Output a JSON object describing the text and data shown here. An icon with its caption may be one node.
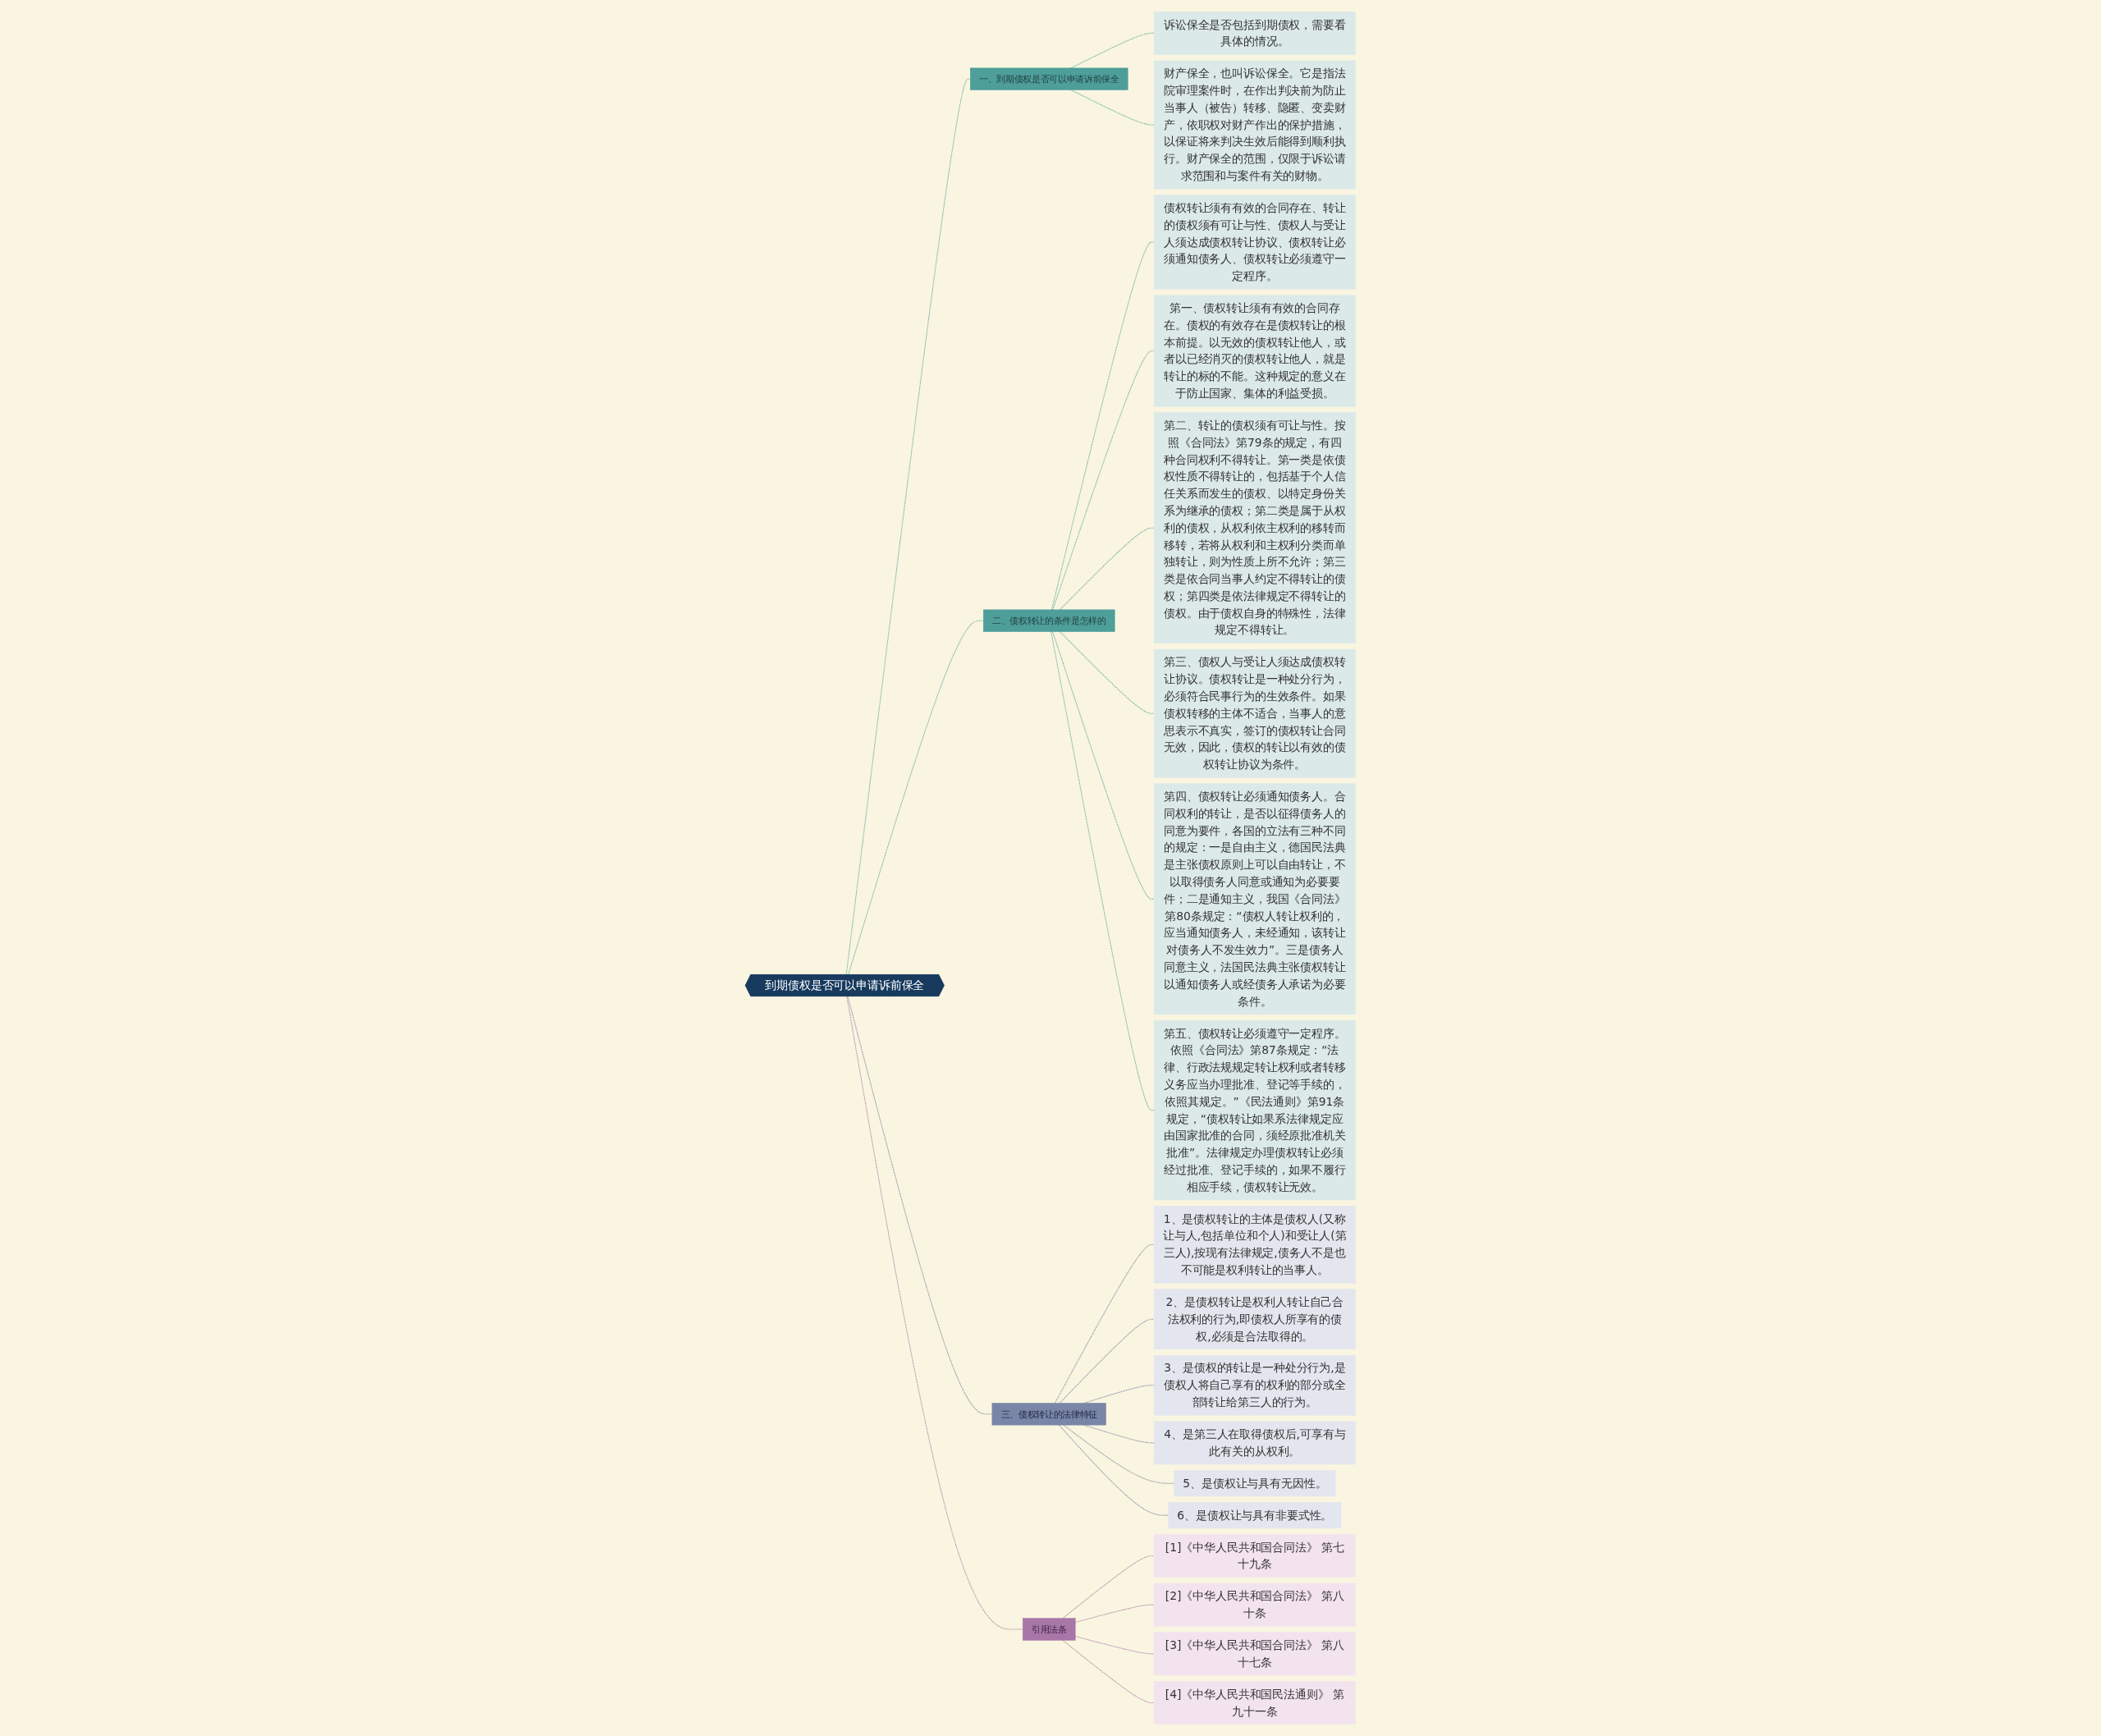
{
  "diagram": {
    "nodes": [
      {
        "text": [
          "到期债权是否可以申请诉前保全"
        ]
      },
      {
        "text": [
          "一、到期债权是否可以申请诉前保全"
        ]
      },
      {
        "text": [
          "诉讼保全是否包括到期债权，需要看具体的情况。"
        ]
      },
      {
        "text": [
          "财产保全，也叫诉讼保全。它是指法院审理案件时，在作出判决前为防止当事人（被告）转移、隐匿、变卖财产，依职权对财产作出的保护措施，以保证将来判决生效后能得到顺利执行。财产保全的范围，仅限于诉讼请求范围和与案件有关的财物。"
        ]
      },
      {
        "text": [
          "二、债权转让的条件是怎样的"
        ]
      },
      {
        "text": [
          "债权转让须有有效的合同存在、转让的债权须有可让与性、债权人与受让人须达成债权转让协议、债权转让必须通知债务人、债权转让必须遵守一定程序。"
        ]
      },
      {
        "text": [
          "第一、债权转让须有有效的合同存在。债权的有效存在是债权转让的根本前提。以无效的债权转让他人，或者以已经消灭的债权转让他人，就是转让的标的不能。这种规定的意义在于防止国家、集体的利益受损。"
        ]
      },
      {
        "text": [
          "第二、转让的债权须有可让与性。按照《合同法》第79条的规定，有四种合同权利不得转让。第一类是依债权性质不得转让的，包括基于个人信任关系而发生的债权、以特定身份关系为继承的债权；第二类是属于从权利的债权，从权利依主权利的移转而移转，若将从权利和主权利分类而单独转让，则为性质上所不允许；第三类是依合同当事人约定不得转让的债权；第四类是依法律规定不得转让的债权。由于债权自身的特殊性，法律规定不得转让。"
        ]
      },
      {
        "text": [
          "第三、债权人与受让人须达成债权转让协议。债权转让是一种处分行为，必须符合民事行为的生效条件。如果债权转移的主体不适合，当事人的意思表示不真实，签订的债权转让合同无效，因此，债权的转让以有效的债权转让协议为条件。"
        ]
      },
      {
        "text": [
          "第四、债权转让必须通知债务人。合同权利的转让，是否以征得债务人的同意为要件，各国的立法有三种不同的规定：一是自由主义，德国民法典是主张债权原则上可以自由转让，不以取得债务人同意或通知为必要要件；二是通知主义，我国《合同法》第80条规定：“债权人转让权利的，应当通知债务人，未经通知，该转让对债务人不发生效力”。三是债务人同意主义，法国民法典主张债权转让以通知债务人或经债务人承诺为必要条件。"
        ]
      },
      {
        "text": [
          "第五、债权转让必须遵守一定程序。依照《合同法》第87条规定：“法律、行政法规规定转让权利或者转移义务应当办理批准、登记等手续的，依照其规定。”《民法通则》第91条规定，“债权转让如果系法律规定应由国家批准的合同，须经原批准机关批准”。法律规定办理债权转让必须经过批准、登记手续的，如果不履行相应手续，债权转让无效。"
        ]
      },
      {
        "text": [
          "三、债权转让的法律特征"
        ]
      },
      {
        "text": [
          "1、是债权转让的主体是债权人(又称让与人,包括单位和个人)和受让人(第三人),按现有法律规定,债务人不是也不可能是权利转让的当事人。"
        ]
      },
      {
        "text": [
          "2、是债权转让是权利人转让自己合法权利的行为,即债权人所享有的债权,必须是合法取得的。"
        ]
      },
      {
        "text": [
          "3、是债权的转让是一种处分行为,是债权人将自己享有的权利的部分或全部转让给第三人的行为。"
        ]
      },
      {
        "text": [
          "4、是第三人在取得债权后,可享有与此有关的从权利。"
        ]
      },
      {
        "text": [
          "5、是债权让与具有无因性。"
        ]
      },
      {
        "text": [
          "6、是债权让与具有非要式性。"
        ]
      },
      {
        "text": [
          "引用法条"
        ]
      },
      {
        "text": [
          "[1]《中华人民共和国合同法》 第七十九条"
        ]
      },
      {
        "text": [
          "[2]《中华人民共和国合同法》 第八十条"
        ]
      },
      {
        "text": [
          "[3]《中华人民共和国合同法》 第八十七条"
        ]
      },
      {
        "text": [
          "[4]《中华人民共和国民法通则》 第九十一条"
        ]
      }
    ],
    "edges": [
      {
        "from": 0,
        "to": 1,
        "arrow": "none",
        "style": "dashed"
      },
      {
        "from": 1,
        "to": 2,
        "arrow": "none",
        "style": "dashed"
      },
      {
        "from": 1,
        "to": 3,
        "arrow": "none",
        "style": "dashed"
      },
      {
        "from": 0,
        "to": 4,
        "arrow": "none",
        "style": "dashed"
      },
      {
        "from": 4,
        "to": 5,
        "arrow": "none",
        "style": "dashed"
      },
      {
        "from": 4,
        "to": 6,
        "arrow": "none",
        "style": "dashed"
      },
      {
        "from": 4,
        "to": 7,
        "arrow": "none",
        "style": "dashed"
      },
      {
        "from": 4,
        "to": 8,
        "arrow": "none",
        "style": "dashed"
      },
      {
        "from": 4,
        "to": 9,
        "arrow": "none",
        "style": "dashed"
      },
      {
        "from": 4,
        "to": 10,
        "arrow": "none",
        "style": "dashed"
      },
      {
        "from": 0,
        "to": 11,
        "arrow": "none",
        "style": "dashed",
        "color": "#6f7a99"
      },
      {
        "from": 11,
        "to": 12,
        "arrow": "none",
        "style": "dashed",
        "color": "#6f7a99"
      },
      {
        "from": 11,
        "to": 13,
        "arrow": "none",
        "style": "dashed",
        "color": "#6f7a99"
      },
      {
        "from": 11,
        "to": 14,
        "arrow": "none",
        "style": "dashed",
        "color": "#6f7a99"
      },
      {
        "from": 11,
        "to": 15,
        "arrow": "none",
        "style": "dashed",
        "color": "#6f7a99"
      },
      {
        "from": 11,
        "to": 16,
        "arrow": "none",
        "style": "dashed",
        "color": "#6f7a99"
      },
      {
        "from": 11,
        "to": 17,
        "arrow": "none",
        "style": "dashed",
        "color": "#6f7a99"
      },
      {
        "from": 0,
        "to": 18,
        "arrow": "none",
        "style": "dashed",
        "color": "#a06fa0"
      },
      {
        "from": 18,
        "to": 19,
        "arrow": "none",
        "style": "dashed",
        "color": "#a06fa0"
      },
      {
        "from": 18,
        "to": 20,
        "arrow": "none",
        "style": "dashed",
        "color": "#a06fa0"
      },
      {
        "from": 18,
        "to": 21,
        "arrow": "none",
        "style": "dashed",
        "color": "#a06fa0"
      },
      {
        "from": 18,
        "to": 22,
        "arrow": "none",
        "style": "dashed",
        "color": "#a06fa0"
      }
    ]
  }
}
